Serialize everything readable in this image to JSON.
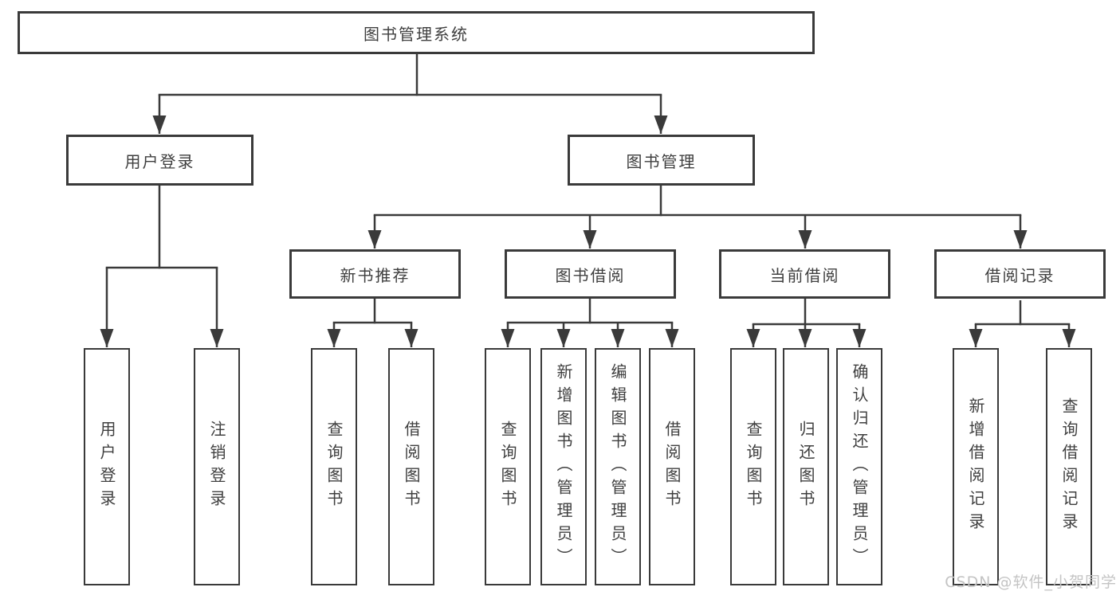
{
  "root": {
    "label": "图书管理系统"
  },
  "branches": [
    {
      "label": "用户登录",
      "children": [
        {
          "label": "用户登录"
        },
        {
          "label": "注销登录"
        }
      ]
    },
    {
      "label": "图书管理",
      "groups": [
        {
          "label": "新书推荐",
          "children": [
            {
              "label": "查询图书"
            },
            {
              "label": "借阅图书"
            }
          ]
        },
        {
          "label": "图书借阅",
          "children": [
            {
              "label": "查询图书"
            },
            {
              "label": "新增图书（管理员）"
            },
            {
              "label": "编辑图书（管理员）"
            },
            {
              "label": "借阅图书"
            }
          ]
        },
        {
          "label": "当前借阅",
          "children": [
            {
              "label": "查询图书"
            },
            {
              "label": "归还图书"
            },
            {
              "label": "确认归还（管理员）"
            }
          ]
        },
        {
          "label": "借阅记录",
          "children": [
            {
              "label": "新增借阅记录"
            },
            {
              "label": "查询借阅记录"
            }
          ]
        }
      ]
    }
  ],
  "watermark": {
    "text": "CSDN @软件_小贺同学"
  },
  "colors": {
    "line": "#3a3a3a",
    "text": "#3f3f3f",
    "box_background": "#ffffff",
    "watermark": "#c4c4c4"
  }
}
